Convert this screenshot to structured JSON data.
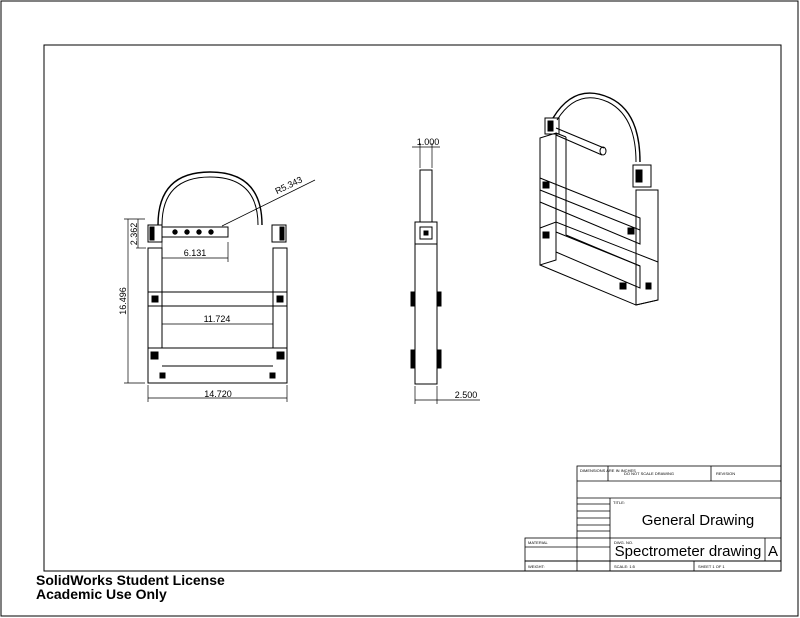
{
  "drawing": {
    "front_view": {
      "dim_width": "14.720",
      "dim_height": "16.496",
      "dim_top": "2.362",
      "dim_radius": "R5.343",
      "dim_inner_top": "6.131",
      "dim_inner": "11.724"
    },
    "side_view": {
      "dim_depth_top": "1.000",
      "dim_depth": "2.500"
    }
  },
  "title_block": {
    "drawn_label": "DIMENSIONS ARE IN INCHES",
    "scale_note": "DO NOT SCALE DRAWING",
    "revision_label": "REVISION",
    "title_label": "TITLE:",
    "title": "General Drawing",
    "part_name": "Spectrometer drawing",
    "size_label": "A",
    "dwg_label": "DWG. NO.",
    "material_label": "MATERIAL",
    "weight_label": "WEIGHT:",
    "scale_label": "SCALE: 1:5",
    "sheet_label": "SHEET 1 OF 1"
  },
  "watermark": {
    "line1": "SolidWorks Student License",
    "line2": "Academic Use Only"
  }
}
